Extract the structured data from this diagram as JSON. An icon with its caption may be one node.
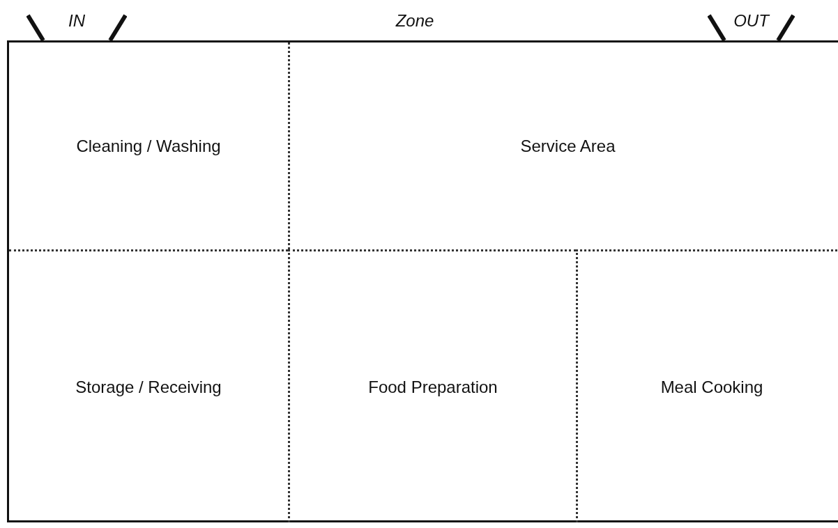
{
  "diagram": {
    "title": "Zone",
    "nodes": [
      {
        "text": [],
        "shape": "box"
      },
      {
        "text": [
          "Cleaning / Washing"
        ],
        "in": 0
      },
      {
        "text": [
          "Service Area"
        ],
        "in": 0
      },
      {
        "text": [
          "Storage / Receiving"
        ],
        "in": 0
      },
      {
        "text": [
          "Food Preparation"
        ],
        "in": 0
      },
      {
        "text": [
          "Meal Cooking"
        ],
        "in": 0
      }
    ],
    "labels": [
      "IN",
      "OUT"
    ]
  }
}
